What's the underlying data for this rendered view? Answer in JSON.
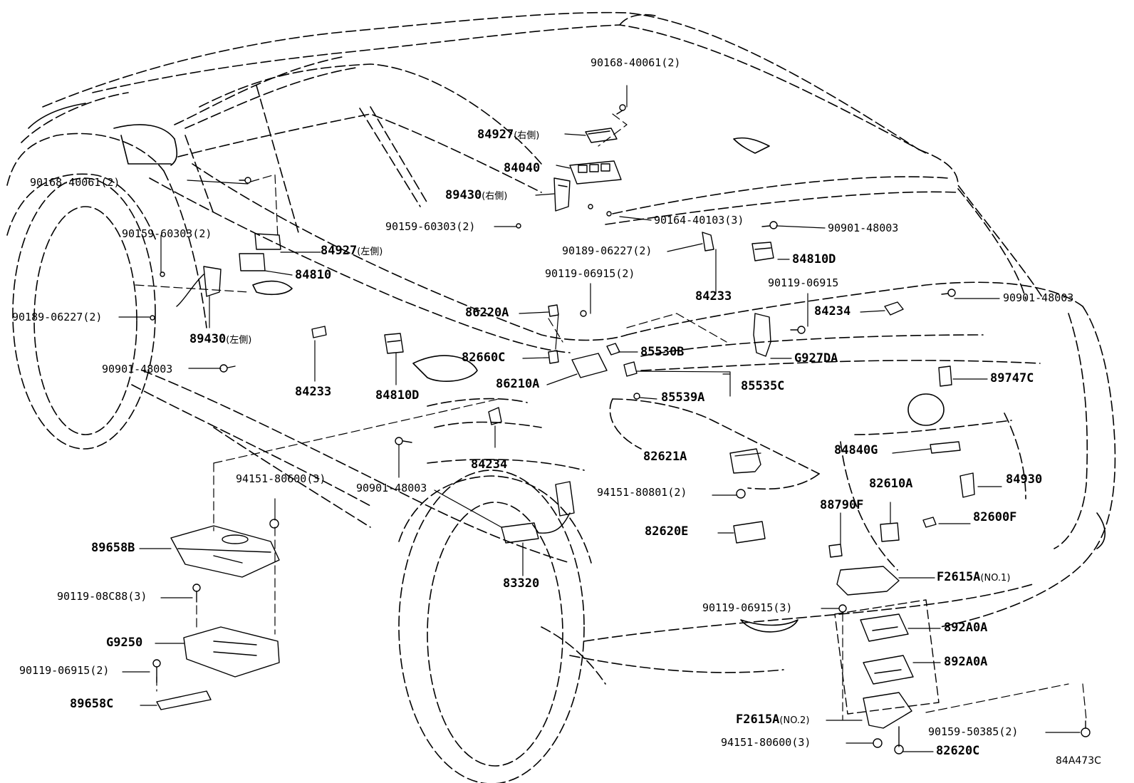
{
  "diagram_code": "84A473C",
  "labels": {
    "l90168_top": "90168-40061(2)",
    "l84927r": "84927",
    "l84927r_side": "(右側)",
    "l84040": "84040",
    "l89430r": "89430",
    "l89430r_side": "(右側)",
    "l90159_mid": "90159-60303(2)",
    "l90164": "90164-40103(3)",
    "l90901_a": "90901-48003",
    "l90189_mid": "90189-06227(2)",
    "l84810d_r": "84810D",
    "l90119_mid": "90119-06915(2)",
    "l84233_r": "84233",
    "l90119_b": "90119-06915",
    "l84234_r": "84234",
    "l90901_b": "90901-48003",
    "l86220a": "86220A",
    "l85530b": "85530B",
    "l82660c": "82660C",
    "lg927da": "G927DA",
    "l86210a": "86210A",
    "l85535c": "85535C",
    "l85539a": "85539A",
    "l89747c": "89747C",
    "l90168_left": "90168-40061(2)",
    "l90159_left": "90159-60303(2)",
    "l84927l": "84927",
    "l84927l_side": "(左側)",
    "l84810": "84810",
    "l90189_left": "90189-06227(2)",
    "l89430l": "89430",
    "l89430l_side": "(左側)",
    "l90901_left": "90901-48003",
    "l84233_l": "84233",
    "l84810d_l": "84810D",
    "l84234_c": "84234",
    "l90901_c": "90901-48003",
    "l82621a": "82621A",
    "l94151_80801": "94151-80801(2)",
    "l82620e": "82620E",
    "l84840g": "84840G",
    "l82610a": "82610A",
    "l84930": "84930",
    "l88790f": "88790F",
    "l82600f": "82600F",
    "l94151_80600_a": "94151-80600(3)",
    "l89658b": "89658B",
    "l90119_08c88": "90119-08C88(3)",
    "lg9250": "G9250",
    "l90119_left": "90119-06915(2)",
    "l89658c": "89658C",
    "l83320": "83320",
    "lf2615a1": "F2615A",
    "lf2615a1_sub": "(NO.1)",
    "l90119_3": "90119-06915(3)",
    "l892a0a_1": "892A0A",
    "l892a0a_2": "892A0A",
    "lf2615a2": "F2615A",
    "lf2615a2_sub": "(NO.2)",
    "l90159_50385": "90159-50385(2)",
    "l94151_80600_b": "94151-80600(3)",
    "l82620c": "82620C"
  }
}
